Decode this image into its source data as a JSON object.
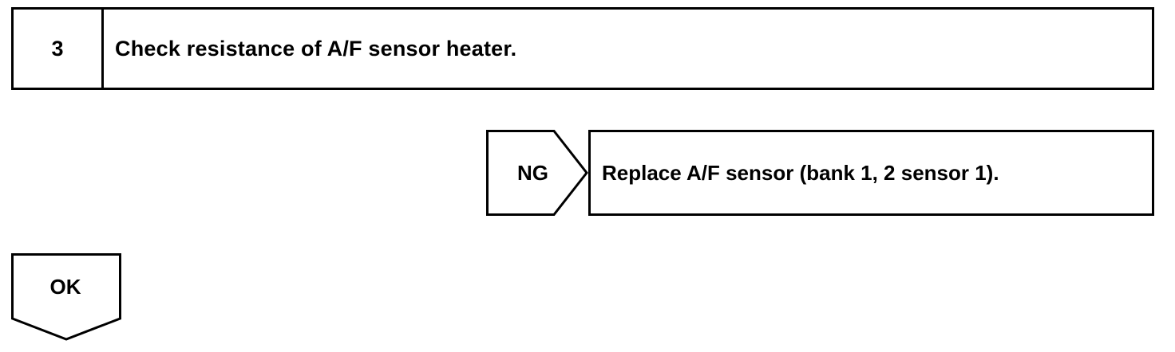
{
  "step": {
    "number": "3",
    "text": "Check resistance of A/F sensor heater."
  },
  "ng_branch": {
    "label": "NG",
    "action": "Replace A/F sensor (bank 1, 2 sensor 1)."
  },
  "ok_branch": {
    "label": "OK"
  },
  "colors": {
    "line": "#000000",
    "background": "#ffffff"
  }
}
